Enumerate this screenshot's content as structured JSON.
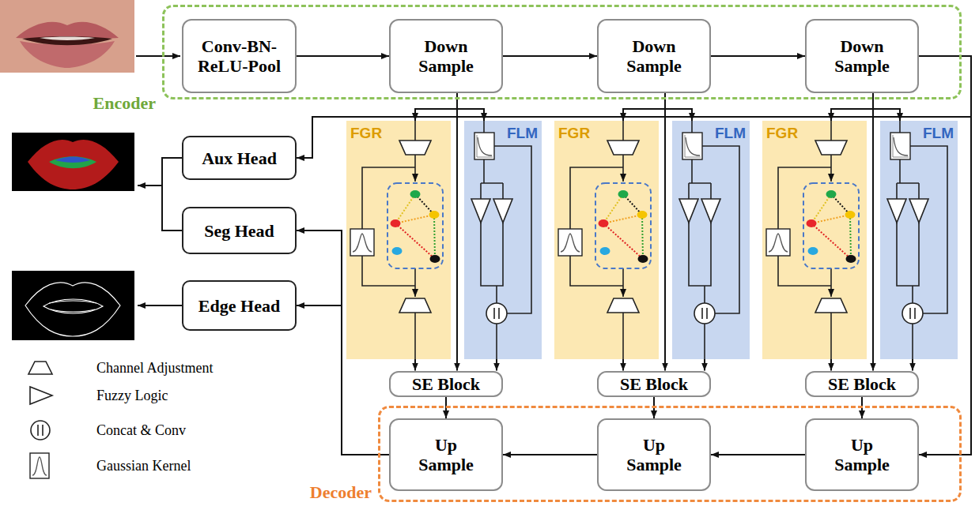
{
  "diagram": {
    "nodes": [
      {
        "text": [
          "Encoder"
        ]
      },
      {
        "text": [
          "Conv-BN- ReLU-Pool"
        ],
        "in": 0
      },
      {
        "text": [
          "Down Sample"
        ],
        "in": 0
      },
      {
        "text": [
          "Down Sample"
        ],
        "in": 0
      },
      {
        "text": [
          "Down Sample"
        ],
        "in": 0
      },
      {
        "text": [
          "Aux Head"
        ]
      },
      {
        "text": [
          "FGR"
        ]
      },
      {
        "text": [
          "FLM"
        ]
      },
      {
        "text": [
          "FGR"
        ]
      },
      {
        "text": [
          "FLM"
        ]
      },
      {
        "text": [
          "FGR"
        ]
      },
      {
        "text": [
          "FLM"
        ]
      },
      {
        "text": [
          "Seg Head"
        ]
      },
      {
        "text": [
          "Edge Head"
        ]
      },
      {
        "text": [
          "SE Block"
        ]
      },
      {
        "text": [
          "SE Block"
        ]
      },
      {
        "text": [
          "SE Block"
        ]
      },
      {
        "text": [
          "Decoder"
        ]
      },
      {
        "text": [
          "Up Sample"
        ],
        "in": 17
      },
      {
        "text": [
          "Up Sample"
        ],
        "in": 17
      },
      {
        "text": [
          "Up Sample"
        ],
        "in": 17
      }
    ],
    "edges": [
      {
        "from": 1,
        "to": 2,
        "arrow": "to"
      },
      {
        "from": 2,
        "to": 3,
        "arrow": "to"
      },
      {
        "from": 3,
        "to": 4,
        "arrow": "to"
      },
      {
        "from": 4,
        "to": 20,
        "arrow": "to"
      },
      {
        "from": 4,
        "to": 5,
        "arrow": "to"
      },
      {
        "from": 2,
        "to": 6,
        "arrow": "to"
      },
      {
        "from": 2,
        "to": 7,
        "arrow": "to"
      },
      {
        "from": 2,
        "to": 14,
        "arrow": "to"
      },
      {
        "from": 6,
        "to": 14,
        "arrow": "to"
      },
      {
        "from": 7,
        "to": 14,
        "arrow": "to"
      },
      {
        "from": 3,
        "to": 8,
        "arrow": "to"
      },
      {
        "from": 3,
        "to": 9,
        "arrow": "to"
      },
      {
        "from": 3,
        "to": 15,
        "arrow": "to"
      },
      {
        "from": 8,
        "to": 15,
        "arrow": "to"
      },
      {
        "from": 9,
        "to": 15,
        "arrow": "to"
      },
      {
        "from": 4,
        "to": 10,
        "arrow": "to"
      },
      {
        "from": 4,
        "to": 11,
        "arrow": "to"
      },
      {
        "from": 4,
        "to": 16,
        "arrow": "to"
      },
      {
        "from": 10,
        "to": 16,
        "arrow": "to"
      },
      {
        "from": 11,
        "to": 16,
        "arrow": "to"
      },
      {
        "from": 14,
        "to": 18,
        "arrow": "to"
      },
      {
        "from": 15,
        "to": 19,
        "arrow": "to"
      },
      {
        "from": 16,
        "to": 20,
        "arrow": "to"
      },
      {
        "from": 20,
        "to": 19,
        "arrow": "to"
      },
      {
        "from": 19,
        "to": 18,
        "arrow": "to"
      },
      {
        "from": 18,
        "to": 12,
        "arrow": "to"
      },
      {
        "from": 18,
        "to": 13,
        "arrow": "to"
      }
    ],
    "legend": [
      {
        "text": "Channel Adjustment"
      },
      {
        "text": "Fuzzy Logic"
      },
      {
        "text": "Concat & Conv"
      },
      {
        "text": "Gaussian Kernel"
      }
    ]
  }
}
